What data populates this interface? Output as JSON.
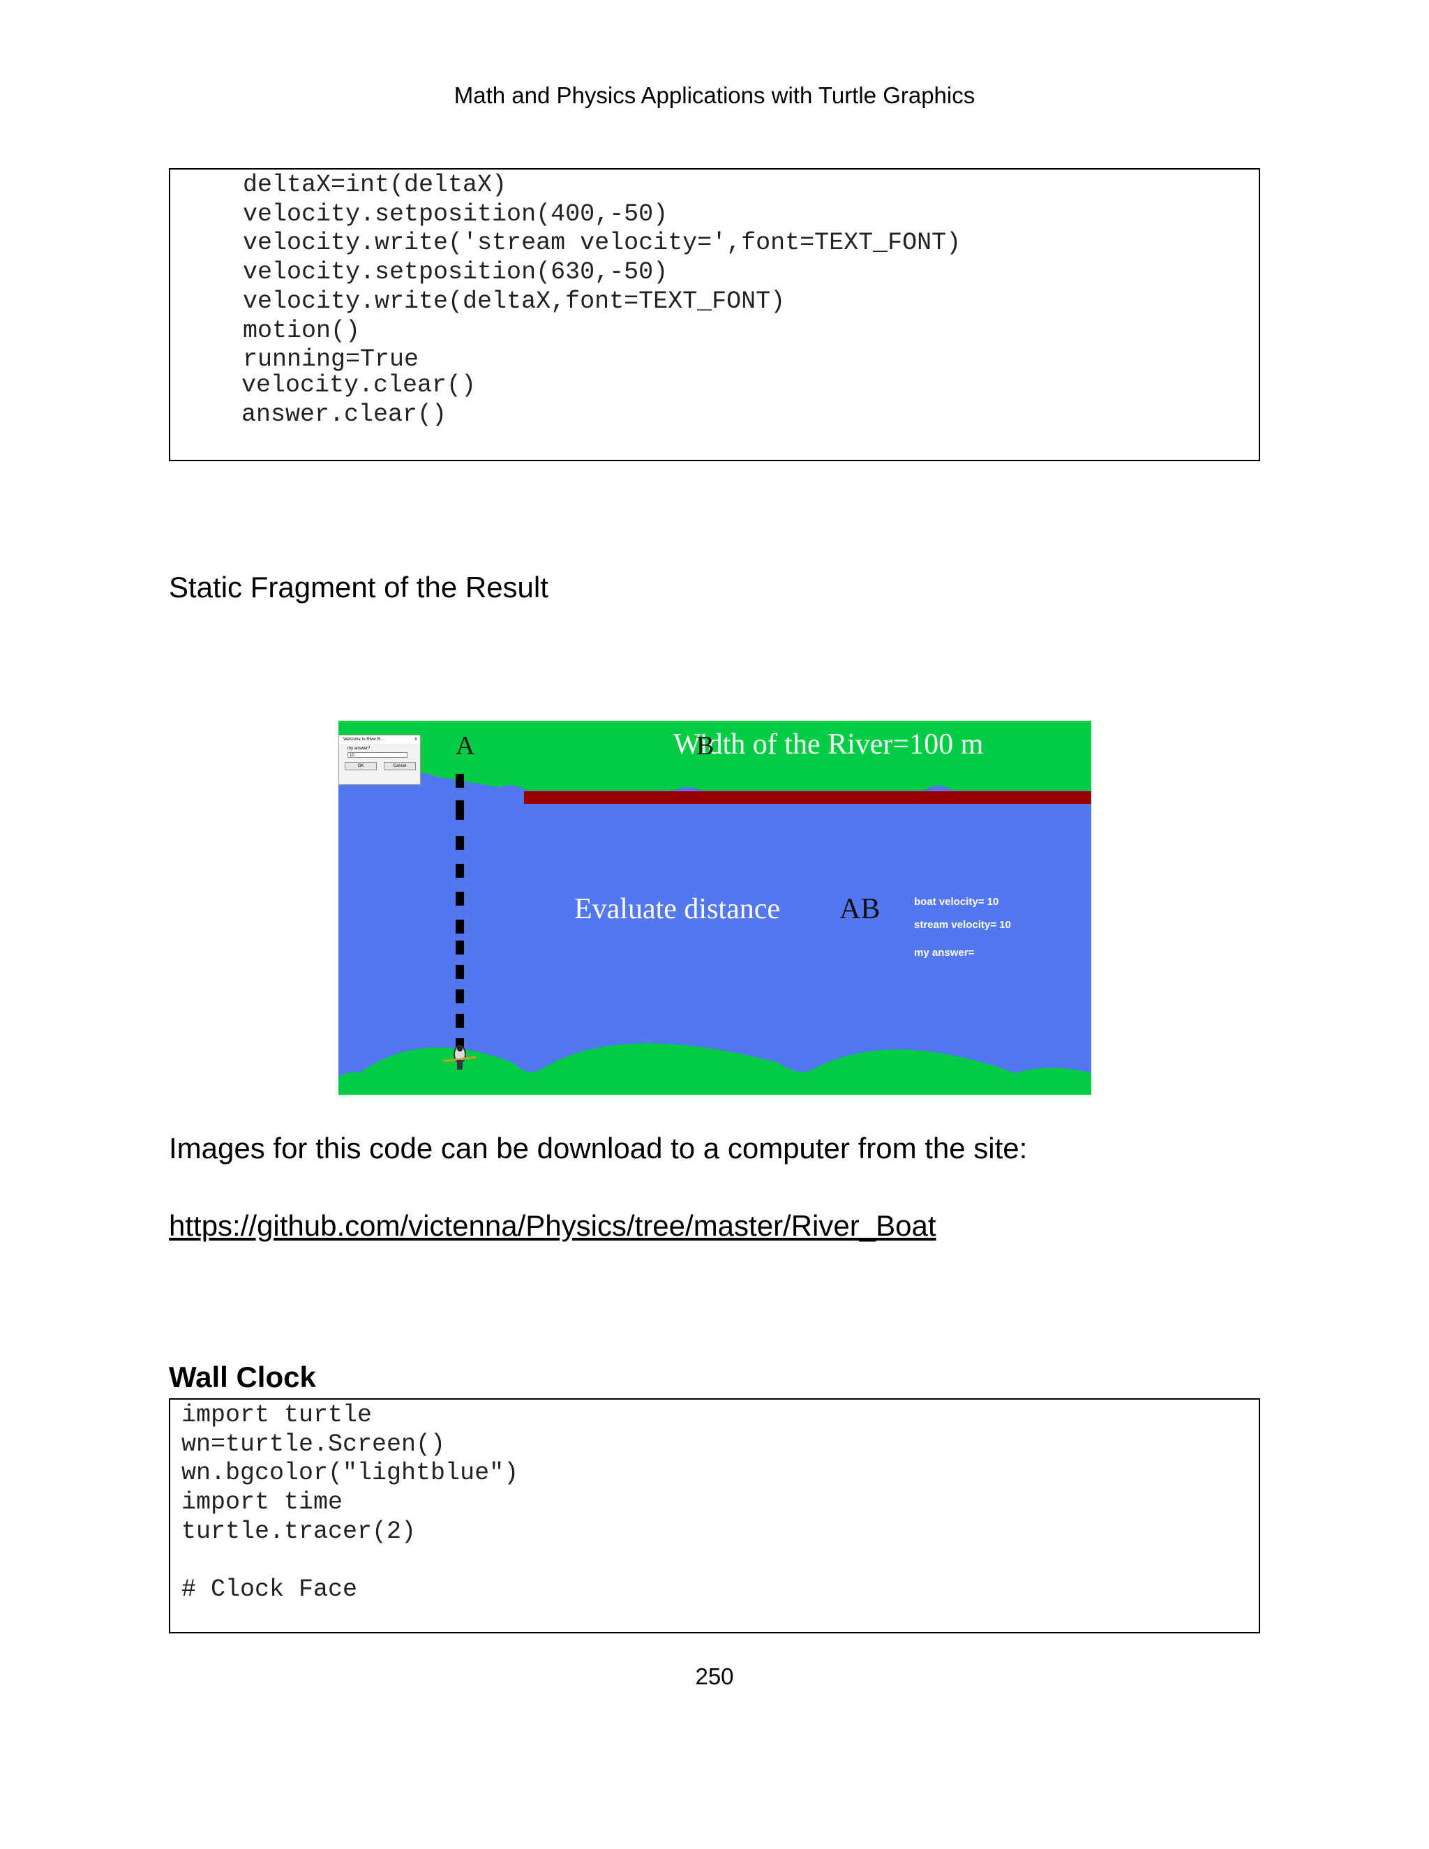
{
  "header": {
    "title": "Math and Physics Applications with Turtle Graphics"
  },
  "code1": {
    "lines": [
      "deltaX=int(deltaX)",
      "velocity.setposition(400,-50)",
      "velocity.write('stream velocity=',font=TEXT_FONT)",
      "velocity.setposition(630,-50)",
      "velocity.write(deltaX,font=TEXT_FONT)",
      "motion()",
      "running=True",
      "velocity.clear()",
      "answer.clear()"
    ]
  },
  "section_title": "Static Fragment of the Result",
  "scene": {
    "label_a": "A",
    "label_b": "B",
    "title": "Width of the River=100 m",
    "evaluate": "Evaluate distance",
    "ab": "AB",
    "boat_velocity": "boat velocity=  10",
    "stream_velocity": "stream velocity=  10",
    "my_answer": "my answer=",
    "dialog": {
      "title": "Welcome to River B...",
      "close": "X",
      "prompt": "my answer?",
      "value": "10",
      "ok": "OK",
      "cancel": "Cancel"
    },
    "colors": {
      "grass": "#00cc44",
      "river": "#5277ee",
      "bridge": "#990000",
      "path": "#000000"
    }
  },
  "para": "Images for this code can be download to a computer from the site:",
  "link": "https://github.com/victenna/Physics/tree/master/River_Boat",
  "heading": "Wall Clock",
  "code2": {
    "lines": [
      "import turtle",
      "wn=turtle.Screen()",
      "wn.bgcolor(\"lightblue\")",
      "import time",
      "turtle.tracer(2)",
      "",
      "# Clock Face"
    ]
  },
  "page_number": "250"
}
